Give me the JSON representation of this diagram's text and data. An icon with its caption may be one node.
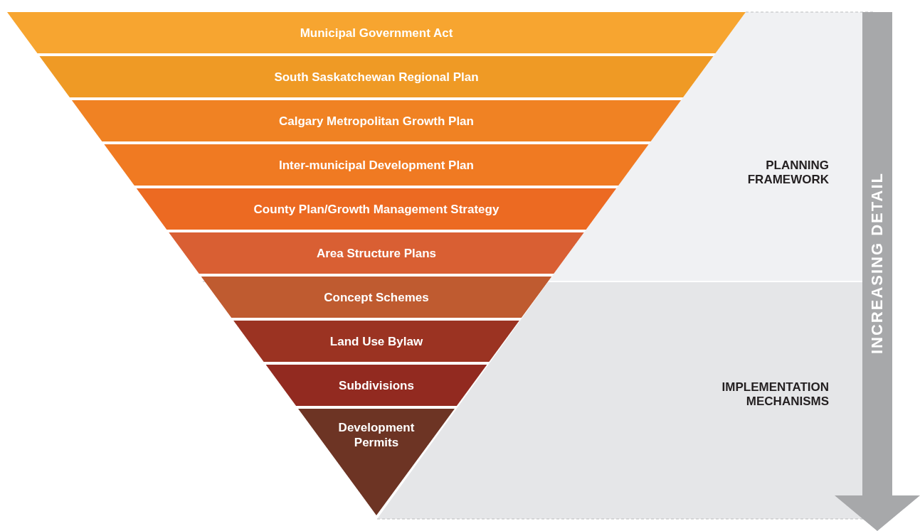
{
  "diagram": {
    "nodes": [
      {
        "text": [
          "Municipal Government Act"
        ]
      },
      {
        "text": [
          "South Saskatchewan Regional Plan"
        ]
      },
      {
        "text": [
          "Calgary Metropolitan Growth Plan"
        ]
      },
      {
        "text": [
          "Inter-municipal Development Plan"
        ]
      },
      {
        "text": [
          "County Plan/Growth Management Strategy"
        ]
      },
      {
        "text": [
          "Area Structure Plans"
        ]
      },
      {
        "text": [
          "Concept Schemes"
        ]
      },
      {
        "text": [
          "Land Use Bylaw"
        ]
      },
      {
        "text": [
          "Subdivisions"
        ]
      },
      {
        "text": [
          "Development Permits"
        ]
      },
      {
        "text": [
          "PLANNING FRAMEWORK"
        ]
      },
      {
        "text": [
          "IMPLEMENTATION MECHANISMS"
        ]
      }
    ],
    "edges": [],
    "labels": [
      "INCREASING DETAIL"
    ]
  }
}
